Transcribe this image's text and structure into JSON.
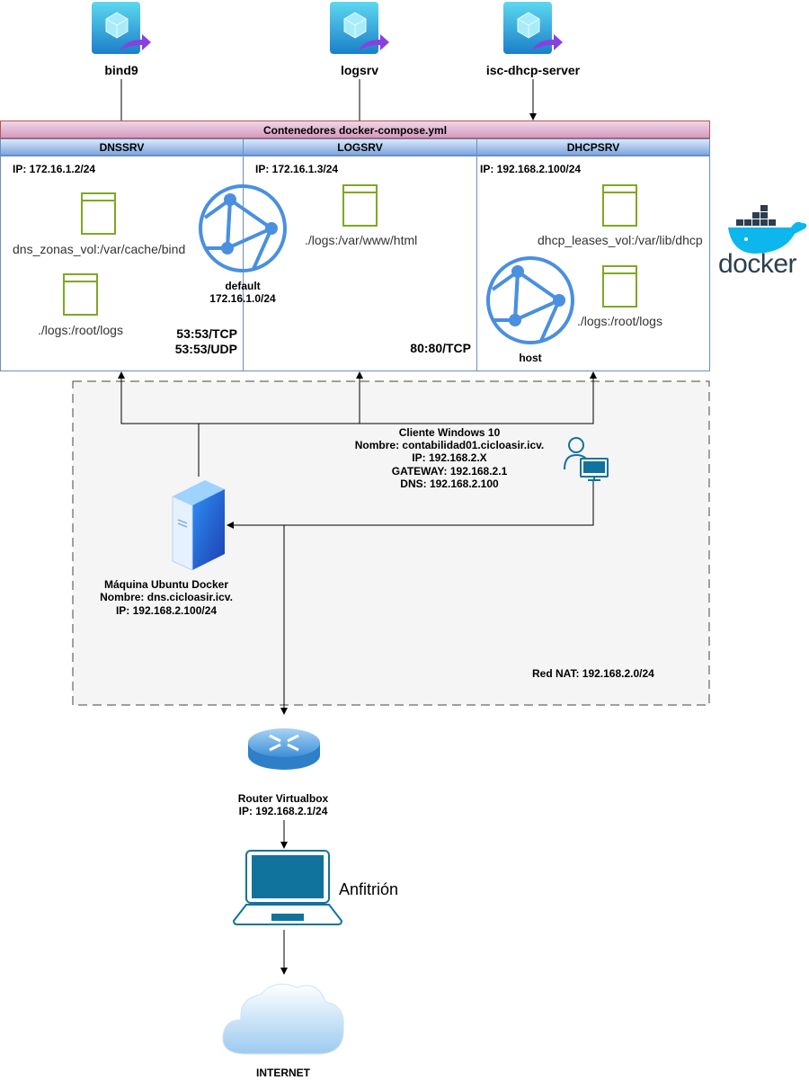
{
  "images": [
    {
      "label": "bind9"
    },
    {
      "label": "logsrv"
    },
    {
      "label": "isc-dhcp-server"
    }
  ],
  "compose": {
    "title": "Contenedores docker-compose.yml",
    "services": [
      {
        "name": "DNSSRV",
        "ip": "IP: 172.16.1.2/24",
        "volumes": [
          "dns_zonas_vol:/var/cache/bind",
          "./logs:/root/logs"
        ],
        "ports": [
          "53:53/TCP",
          "53:53/UDP"
        ]
      },
      {
        "name": "LOGSRV",
        "ip": "IP: 172.16.1.3/24",
        "volumes": [
          "./logs:/var/www/html"
        ],
        "ports": [
          "80:80/TCP"
        ]
      },
      {
        "name": "DHCPSRV",
        "ip": "IP: 192.168.2.100/24",
        "volumes": [
          "dhcp_leases_vol:/var/lib/dhcp",
          "./logs:/root/logs"
        ],
        "ports": []
      }
    ],
    "networks": [
      {
        "name": "default",
        "subnet": "172.16.1.0/24"
      },
      {
        "name": "host"
      }
    ]
  },
  "docker_logo": {
    "text": "docker",
    "color": "#2c3e50",
    "accent": "#0db7ed"
  },
  "client": {
    "title": "Cliente Windows 10",
    "name": "Nombre: contabilidad01.cicloasir.icv.",
    "ip": "IP: 192.168.2.X",
    "gateway": "GATEWAY: 192.168.2.1",
    "dns": "DNS: 192.168.2.100"
  },
  "server": {
    "title": "Máquina Ubuntu Docker",
    "name": "Nombre: dns.cicloasir.icv.",
    "ip": "IP: 192.168.2.100/24"
  },
  "nat": {
    "label": "Red NAT: 192.168.2.0/24"
  },
  "router": {
    "title": "Router Virtualbox",
    "ip": "IP: 192.168.2.1/24"
  },
  "host": {
    "label": "Anfitrión"
  },
  "internet": {
    "label": "INTERNET"
  },
  "colors": {
    "container_border": "#6c8ebf",
    "header_blue": "#dae8fc",
    "header_pink": "#e6d0de",
    "volume_green": "#7ea821",
    "network_blue": "#4a8fe0",
    "device_teal": "#10739e"
  }
}
